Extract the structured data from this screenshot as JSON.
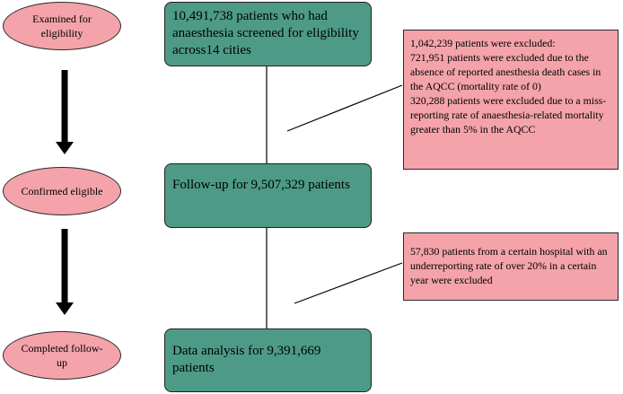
{
  "stages": [
    {
      "label": "Examined for eligibility"
    },
    {
      "label": "Confirmed eligible"
    },
    {
      "label": "Completed follow-up"
    }
  ],
  "flow_boxes": [
    {
      "text": "10,491,738 patients who had anaesthesia screened for eligibility across14 cities"
    },
    {
      "text": "Follow-up for 9,507,329 patients"
    },
    {
      "text": "Data analysis for 9,391,669 patients"
    }
  ],
  "exclusions": [
    {
      "lines": [
        "1,042,239 patients were excluded:",
        "721,951 patients were excluded due to the absence of reported anesthesia death cases in the AQCC (mortality rate of 0)",
        "320,288 patients were excluded due to a miss-reporting rate of anaesthesia-related mortality greater than 5% in the AQCC"
      ]
    },
    {
      "lines": [
        "57,830 patients from a certain hospital with an underreporting rate of over 20% in a certain year were excluded"
      ]
    }
  ],
  "colors": {
    "stage_fill": "#f4a3aa",
    "flow_fill": "#4d9b87",
    "exclusion_fill": "#f4a3aa",
    "arrow": "#000000"
  }
}
